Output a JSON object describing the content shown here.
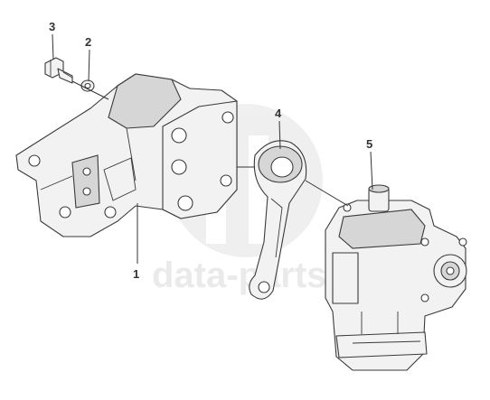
{
  "diagram": {
    "callouts": [
      {
        "id": "1",
        "label": "1"
      },
      {
        "id": "2",
        "label": "2"
      },
      {
        "id": "3",
        "label": "3"
      },
      {
        "id": "4",
        "label": "4"
      },
      {
        "id": "5",
        "label": "5"
      }
    ],
    "watermark": {
      "text": "data-parts",
      "color": "#d9d9d9"
    },
    "colors": {
      "line": "#3a3a3a",
      "fill": "#f2f2f2",
      "background": "#ffffff"
    }
  }
}
